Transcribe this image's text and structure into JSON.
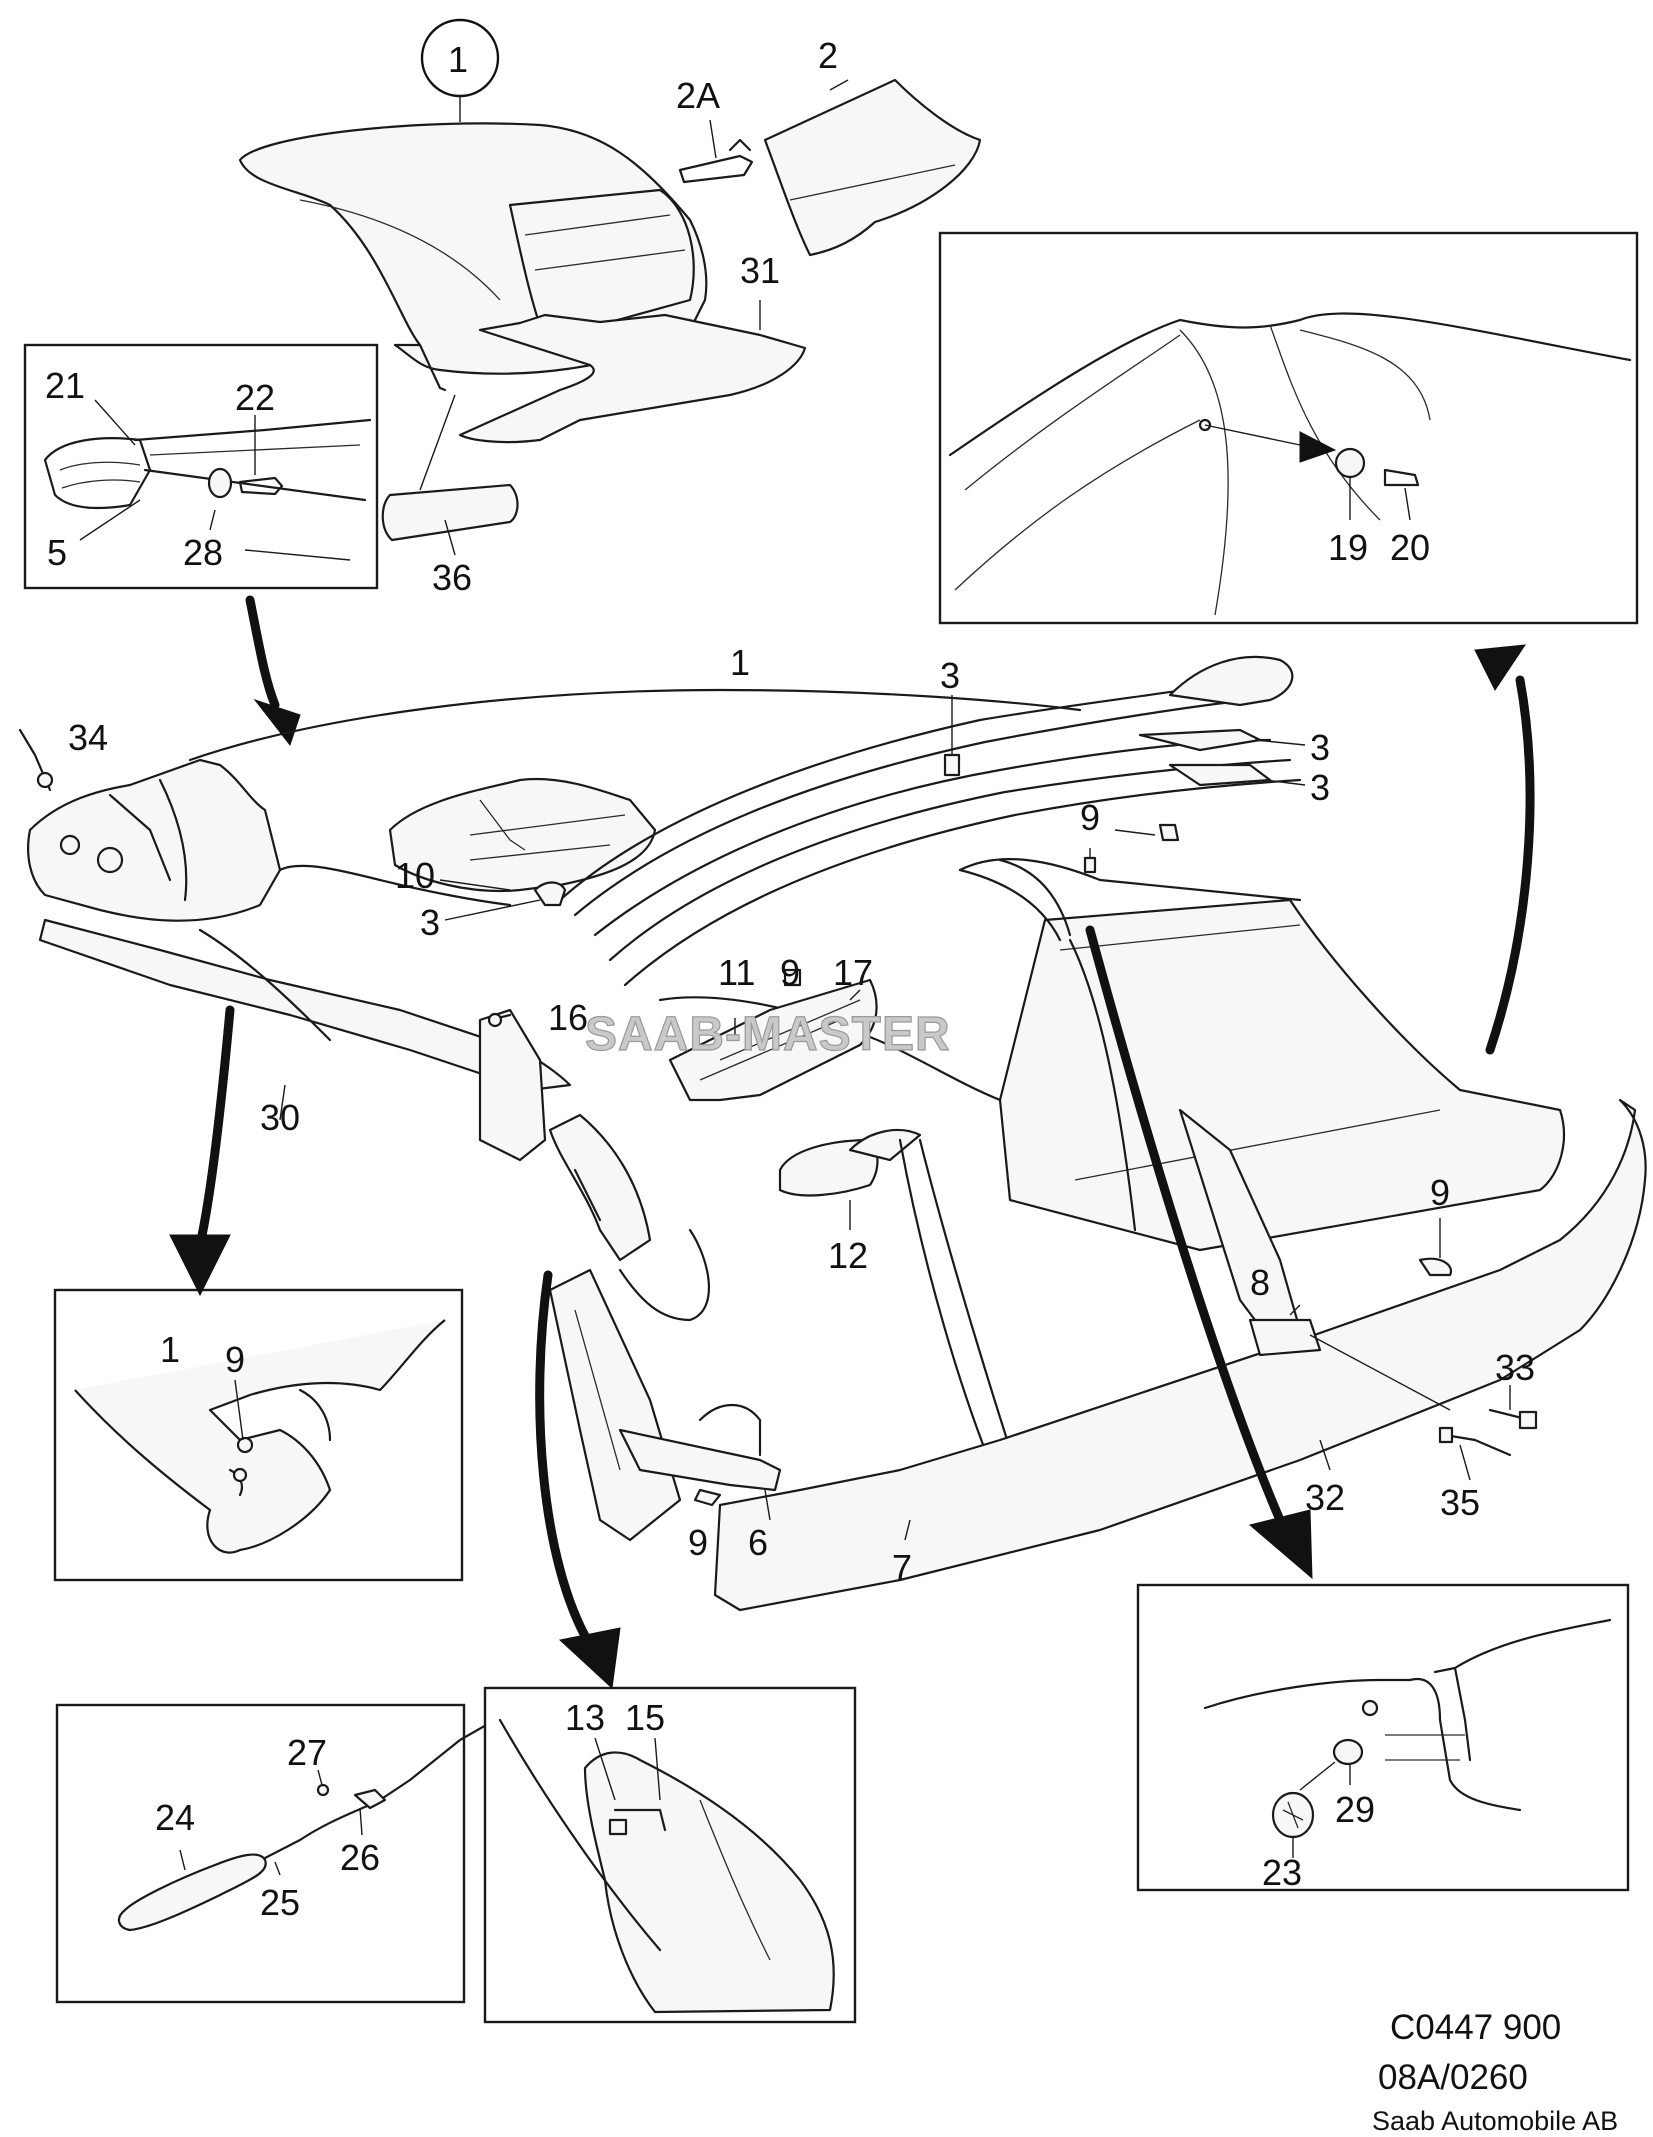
{
  "watermark": "SAAB-MASTER",
  "footer": {
    "drawing_code": "C0447 900",
    "reference": "08A/0260",
    "copyright": "Saab Automobile AB"
  },
  "callouts": {
    "c1_main": "1",
    "c1_top": "1",
    "c1_detail": "1",
    "c2": "2",
    "c2a": "2A",
    "c3_a": "3",
    "c3_b": "3",
    "c3_c": "3",
    "c3_d": "3",
    "c5": "5",
    "c6": "6",
    "c7": "7",
    "c8": "8",
    "c9_a": "9",
    "c9_b": "9",
    "c9_c": "9",
    "c9_d": "9",
    "c9_e": "9",
    "c10": "10",
    "c11": "11",
    "c12": "12",
    "c13": "13",
    "c15": "15",
    "c16": "16",
    "c17": "17",
    "c19": "19",
    "c20": "20",
    "c21": "21",
    "c22": "22",
    "c23": "23",
    "c24": "24",
    "c25": "25",
    "c26": "26",
    "c27": "27",
    "c28": "28",
    "c29": "29",
    "c30": "30",
    "c31": "31",
    "c32": "32",
    "c33": "33",
    "c34": "34",
    "c35": "35",
    "c36": "36"
  }
}
